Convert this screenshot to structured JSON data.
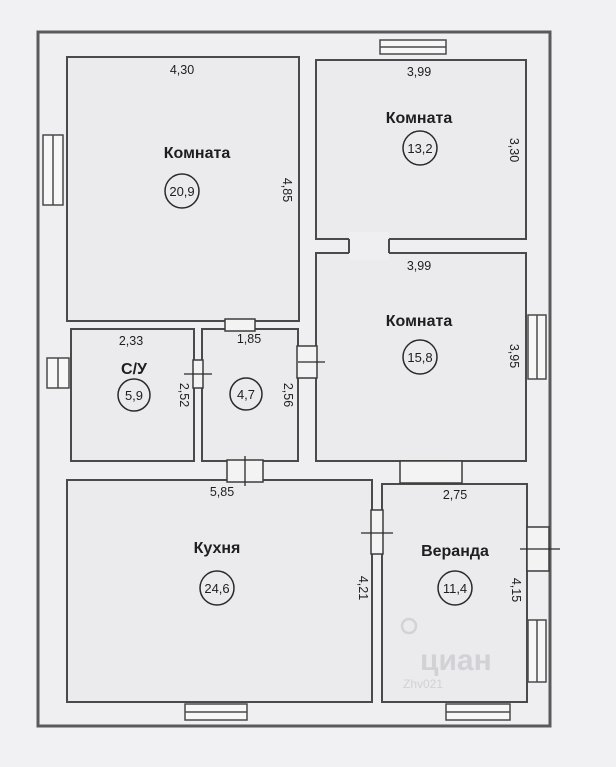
{
  "rooms": [
    {
      "name": "Комната",
      "area": "20,9",
      "dims": [
        "4,30",
        "4,85"
      ]
    },
    {
      "name": "Комната",
      "area": "13,2",
      "dims": [
        "3,99",
        "3,30"
      ]
    },
    {
      "name": "Комната",
      "area": "15,8",
      "dims": [
        "3,99",
        "3,95"
      ]
    },
    {
      "name": "С/У",
      "area": "5,9",
      "dims": [
        "2,33",
        "2,52"
      ]
    },
    {
      "name": "",
      "area": "4,7",
      "dims": [
        "1,85",
        "2,56"
      ]
    },
    {
      "name": "Кухня",
      "area": "24,6",
      "dims": [
        "5,85",
        "4,21"
      ]
    },
    {
      "name": "Веранда",
      "area": "11,4",
      "dims": [
        "2,75",
        "4,15"
      ]
    }
  ],
  "watermark": {
    "logo": "циан",
    "code": "Zhv021"
  },
  "colors": {
    "wall": "#5a5a5a",
    "room_fill": "#ebebed",
    "background": "#f1f1f3",
    "line": "#3c3c3c"
  }
}
